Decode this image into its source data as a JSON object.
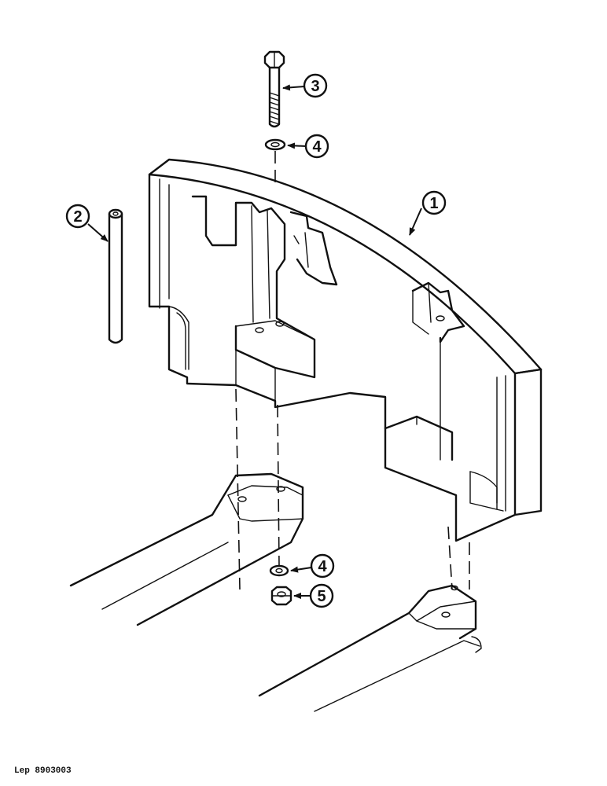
{
  "reference_code": "Lep 8903003",
  "callouts": [
    {
      "id": "callout-1",
      "label": "1"
    },
    {
      "id": "callout-2",
      "label": "2"
    },
    {
      "id": "callout-3",
      "label": "3"
    },
    {
      "id": "callout-4-top",
      "label": "4"
    },
    {
      "id": "callout-4-bottom",
      "label": "4"
    },
    {
      "id": "callout-5",
      "label": "5"
    }
  ]
}
